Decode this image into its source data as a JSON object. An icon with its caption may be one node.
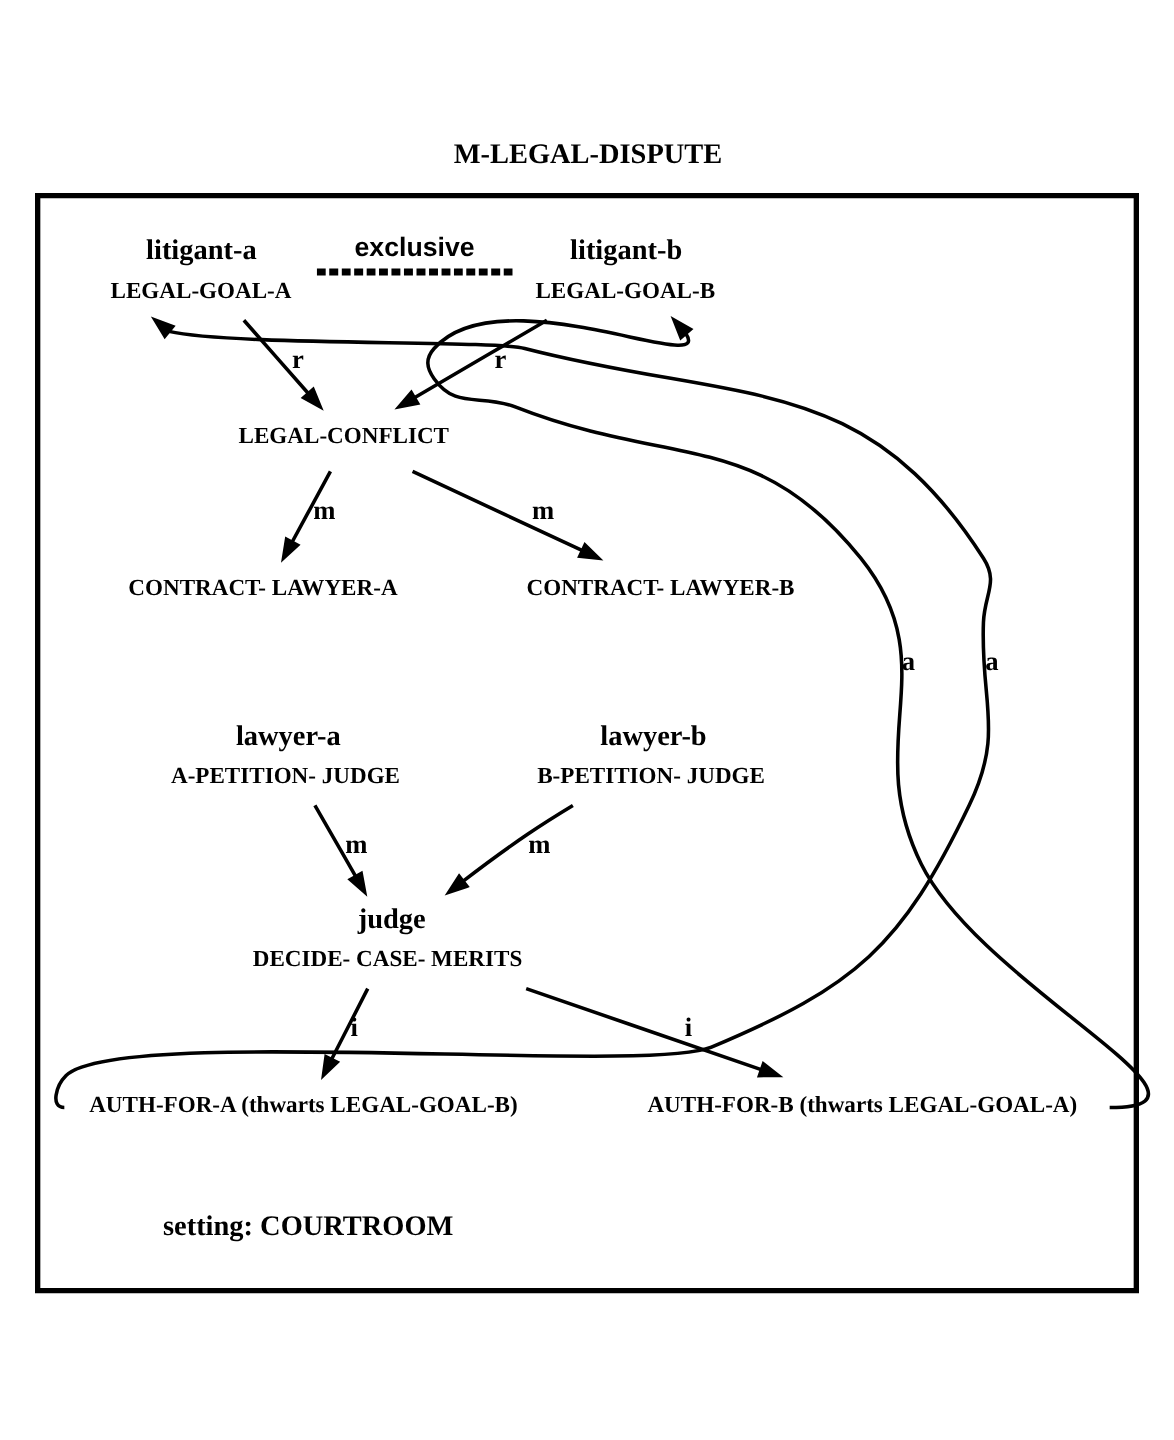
{
  "diagram": {
    "title": "M-LEGAL-DISPUTE",
    "nodes": [
      {
        "text": [],
        "shape": "box"
      },
      {
        "text": [
          "LEGAL-GOAL-A"
        ],
        "beside": [
          "litigant-a"
        ],
        "in": 0
      },
      {
        "text": [
          "LEGAL-GOAL-B"
        ],
        "beside": [
          "litigant-b"
        ],
        "in": 0
      },
      {
        "text": [
          "LEGAL-CONFLICT"
        ],
        "in": 0
      },
      {
        "text": [
          "CONTRACT- LAWYER-A"
        ],
        "in": 0
      },
      {
        "text": [
          "CONTRACT- LAWYER-B"
        ],
        "in": 0
      },
      {
        "text": [
          "A-PETITION- JUDGE"
        ],
        "beside": [
          "lawyer-a"
        ],
        "in": 0
      },
      {
        "text": [
          "B-PETITION- JUDGE"
        ],
        "beside": [
          "lawyer-b"
        ],
        "in": 0
      },
      {
        "text": [
          "DECIDE- CASE- MERITS"
        ],
        "beside": [
          "judge"
        ],
        "in": 0
      },
      {
        "text": [
          "AUTH-FOR-A (thwarts LEGAL-GOAL-B)"
        ],
        "in": 0
      },
      {
        "text": [
          "AUTH-FOR-B (thwarts LEGAL-GOAL-A)"
        ],
        "in": 0
      }
    ],
    "edges": [
      {
        "from": 1,
        "to": 2,
        "arrow": "none",
        "label": "exclusive",
        "style": "dashed"
      },
      {
        "from": 1,
        "to": 3,
        "arrow": "to",
        "label": "r"
      },
      {
        "from": 2,
        "to": 3,
        "arrow": "to",
        "label": "r"
      },
      {
        "from": 3,
        "to": 4,
        "arrow": "to",
        "label": "m"
      },
      {
        "from": 3,
        "to": 5,
        "arrow": "to",
        "label": "m"
      },
      {
        "from": 6,
        "to": 8,
        "arrow": "to",
        "label": "m"
      },
      {
        "from": 7,
        "to": 8,
        "arrow": "to",
        "label": "m"
      },
      {
        "from": 8,
        "to": 9,
        "arrow": "to",
        "label": "i"
      },
      {
        "from": 8,
        "to": 10,
        "arrow": "to",
        "label": "i"
      },
      {
        "from": 9,
        "to": 1,
        "arrow": "to",
        "label": "a"
      },
      {
        "from": 10,
        "to": 2,
        "arrow": "to",
        "label": "a"
      }
    ],
    "labels": [
      "setting: COURTROOM"
    ]
  }
}
